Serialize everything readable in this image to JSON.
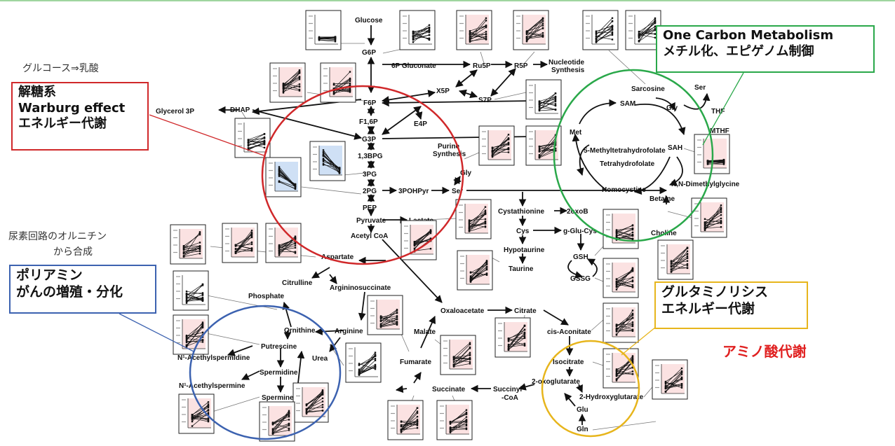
{
  "captions": {
    "glucose_lactate": "グルコース⇒乳酸",
    "urea_line1": "尿素回路のオルニチン",
    "urea_line2": "から合成"
  },
  "boxes": {
    "glycolysis": {
      "line1": "解糖系",
      "line2": "Warburg effect",
      "line3": "エネルギー代謝",
      "color": "#d0282a"
    },
    "one_carbon": {
      "line1": "One Carbon Metabolism",
      "line2": "メチル化、エピゲノム制御",
      "color": "#2aa84a"
    },
    "polyamine": {
      "line1": "ポリアミン",
      "line2": "がんの増殖・分化",
      "color": "#3c62b0"
    },
    "glutaminolysis": {
      "line1": "グルタミノリシス",
      "line2": "エネルギー代謝",
      "color": "#e7b51c"
    }
  },
  "amino_acid_label": "アミノ酸代謝",
  "metabolites": {
    "glucose": "Glucose",
    "g6p": "G6P",
    "gluconate": "6P Gluconate",
    "ru5p": "Ru5P",
    "r5p": "R5P",
    "nucleotide1": "Nucleotide",
    "nucleotide2": "Synthesis",
    "x5p": "X5P",
    "s7p": "S7P",
    "f6p": "F6P",
    "f16p": "F1,6P",
    "e4p": "E4P",
    "glycerol3p": "Glycerol 3P",
    "dhap": "DHAP",
    "g3p": "G3P",
    "bpg": "1,3BPG",
    "pg3": "3PG",
    "pg2": "2PG",
    "pep": "PEP",
    "pyruvate": "Pyruvate",
    "lactate": "Lactate",
    "acetylcoa": "Acetyl CoA",
    "ohpyr": "3POHPyr",
    "ser": "Ser",
    "gly_left": "Gly",
    "purine1": "Purine",
    "purine2": "Synthesis",
    "sarcosine": "Sarcosine",
    "ser_top": "Ser",
    "sam": "SAM",
    "gly": "Gly",
    "thf": "THF",
    "met": "Met",
    "sah": "SAH",
    "mthf": "MTHF",
    "methylthf": "5-Methyltetrahydrofolate",
    "thf_full": "Tetrahydrofolate",
    "homocystine": "Homocystine",
    "dmg": "N,N-Dimethylglycine",
    "betaine": "Betaine",
    "choline": "Choline",
    "cystathionine": "Cystathionine",
    "oxob": "2oxoB",
    "cys": "Cys",
    "gglucys": "g-Glu-Cys",
    "hypotaurine": "Hypotaurine",
    "taurine": "Taurine",
    "gsh": "GSH",
    "gssg": "GSSG",
    "aspartate": "Aspartate",
    "citrulline": "Citrulline",
    "argsucc": "Argininosuccinate",
    "phosphate": "Phosphate",
    "arginine": "Arginine",
    "ornithine": "Ornithine",
    "urea": "Urea",
    "putrescine": "Putrescine",
    "acspermidine": "N¹-Acethylspermidine",
    "spermidine": "Spermidine",
    "acspermine": "N¹-Acethylspermine",
    "spermine": "Spermine",
    "oxaloacetate": "Oxaloacetate",
    "citrate": "Citrate",
    "malate": "Malate",
    "cisaconitate": "cis-Aconitate",
    "fumarate": "Fumarate",
    "isocitrate": "Isocitrate",
    "oxoglut": "2-oxoglutarate",
    "hydroxyglut": "2-Hydroxyglutarate",
    "succinate": "Succinate",
    "succinylcoa1": "Succinyl",
    "succinylcoa2": "-CoA",
    "glu": "Glu",
    "gln": "Gln"
  },
  "plots": [
    {
      "bg": "#ffffff",
      "trend": "flat",
      "marker": "square"
    },
    {
      "bg": "#ffffff",
      "trend": "mixed",
      "marker": "square"
    },
    {
      "bg": "#fbe2e2",
      "trend": "up",
      "marker": "square"
    },
    {
      "bg": "#fbe2e2",
      "trend": "up",
      "marker": "square"
    },
    {
      "bg": "#fbe2e2",
      "trend": "up",
      "marker": "square"
    },
    {
      "bg": "#fbe2e2",
      "trend": "up",
      "marker": "square"
    },
    {
      "bg": "#ffffff",
      "trend": "up",
      "marker": "square"
    },
    {
      "bg": "#ffffff",
      "trend": "up",
      "marker": "square"
    },
    {
      "bg": "#ffffff",
      "trend": "mixed",
      "marker": "square"
    },
    {
      "bg": "#ffffff",
      "trend": "mixed",
      "marker": "square"
    },
    {
      "bg": "#cfe0f5",
      "trend": "down",
      "marker": "square"
    },
    {
      "bg": "#cfe0f5",
      "trend": "down",
      "marker": "square"
    },
    {
      "bg": "#fbe2e2",
      "trend": "up",
      "marker": "square"
    },
    {
      "bg": "#fbe2e2",
      "trend": "up",
      "marker": "square"
    },
    {
      "bg": "#fbe2e2",
      "trend": "flat",
      "marker": "square"
    },
    {
      "bg": "#fbe2e2",
      "trend": "up",
      "marker": "square"
    },
    {
      "bg": "#fbe2e2",
      "trend": "up",
      "marker": "square"
    },
    {
      "bg": "#fbe2e2",
      "trend": "up",
      "marker": "square"
    },
    {
      "bg": "#fbe2e2",
      "trend": "up",
      "marker": "square"
    },
    {
      "bg": "#fbe2e2",
      "trend": "up",
      "marker": "square"
    },
    {
      "bg": "#fbe2e2",
      "trend": "mixed",
      "marker": "square"
    },
    {
      "bg": "#fbe2e2",
      "trend": "mixed",
      "marker": "square"
    },
    {
      "bg": "#fbe2e2",
      "trend": "up",
      "marker": "square"
    },
    {
      "bg": "#fbe2e2",
      "trend": "up",
      "marker": "square"
    },
    {
      "bg": "#fbe2e2",
      "trend": "up",
      "marker": "square"
    },
    {
      "bg": "#fbe2e2",
      "trend": "up",
      "marker": "square"
    },
    {
      "bg": "#fbe2e2",
      "trend": "mixed",
      "marker": "square"
    },
    {
      "bg": "#ffffff",
      "trend": "mixed",
      "marker": "square"
    },
    {
      "bg": "#fbe2e2",
      "trend": "up",
      "marker": "square"
    },
    {
      "bg": "#fbe2e2",
      "trend": "up",
      "marker": "square"
    },
    {
      "bg": "#fbe2e2",
      "trend": "up",
      "marker": "square"
    },
    {
      "bg": "#ffffff",
      "trend": "up",
      "marker": "square"
    },
    {
      "bg": "#fbe2e2",
      "trend": "up",
      "marker": "square"
    },
    {
      "bg": "#fbe2e2",
      "trend": "up",
      "marker": "square"
    },
    {
      "bg": "#fbe2e2",
      "trend": "up",
      "marker": "square"
    },
    {
      "bg": "#fbe2e2",
      "trend": "up",
      "marker": "square"
    },
    {
      "bg": "#fbe2e2",
      "trend": "up",
      "marker": "square"
    },
    {
      "bg": "#fbe2e2",
      "trend": "up",
      "marker": "square"
    },
    {
      "bg": "#fbe2e2",
      "trend": "up",
      "marker": "square"
    }
  ]
}
